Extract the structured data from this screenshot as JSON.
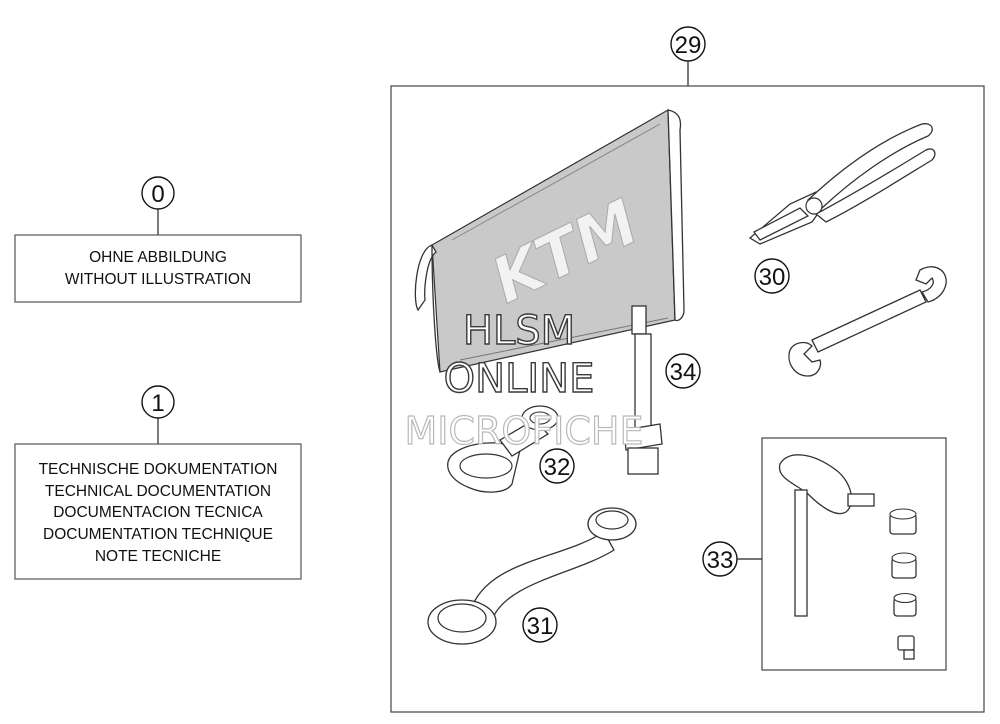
{
  "callouts": {
    "c0": "0",
    "c1": "1",
    "c29": "29",
    "c30": "30",
    "c31": "31",
    "c32": "32",
    "c33": "33",
    "c34": "34"
  },
  "box0": {
    "line1": "OHNE ABBILDUNG",
    "line2": "WITHOUT ILLUSTRATION"
  },
  "box1": {
    "line1": "TECHNISCHE DOKUMENTATION",
    "line2": "TECHNICAL DOCUMENTATION",
    "line3": "DOCUMENTACION TECNICA",
    "line4": "DOCUMENTATION TECHNIQUE",
    "line5": "NOTE TECNICHE"
  },
  "pouch_logo": "KTM",
  "watermark": {
    "line1": "HLSM",
    "line2": "ONLINE",
    "line3": "MICROFICHE"
  }
}
